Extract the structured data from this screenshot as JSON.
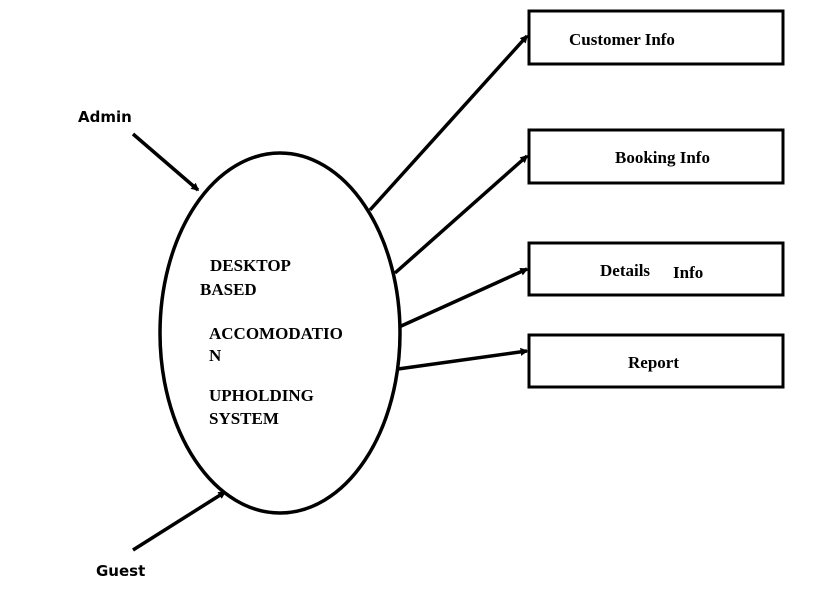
{
  "actors": {
    "admin": "Admin",
    "guest": "Guest"
  },
  "system": {
    "line1": "DESKTOP",
    "line2": "BASED",
    "line3": "ACCOMODATIO",
    "line4": "N",
    "line5": "UPHOLDING",
    "line6": "SYSTEM"
  },
  "outputs": {
    "customer": "Customer Info",
    "booking": "Booking Info",
    "details_word": "Details",
    "details_info": "Info",
    "report": "Report"
  }
}
